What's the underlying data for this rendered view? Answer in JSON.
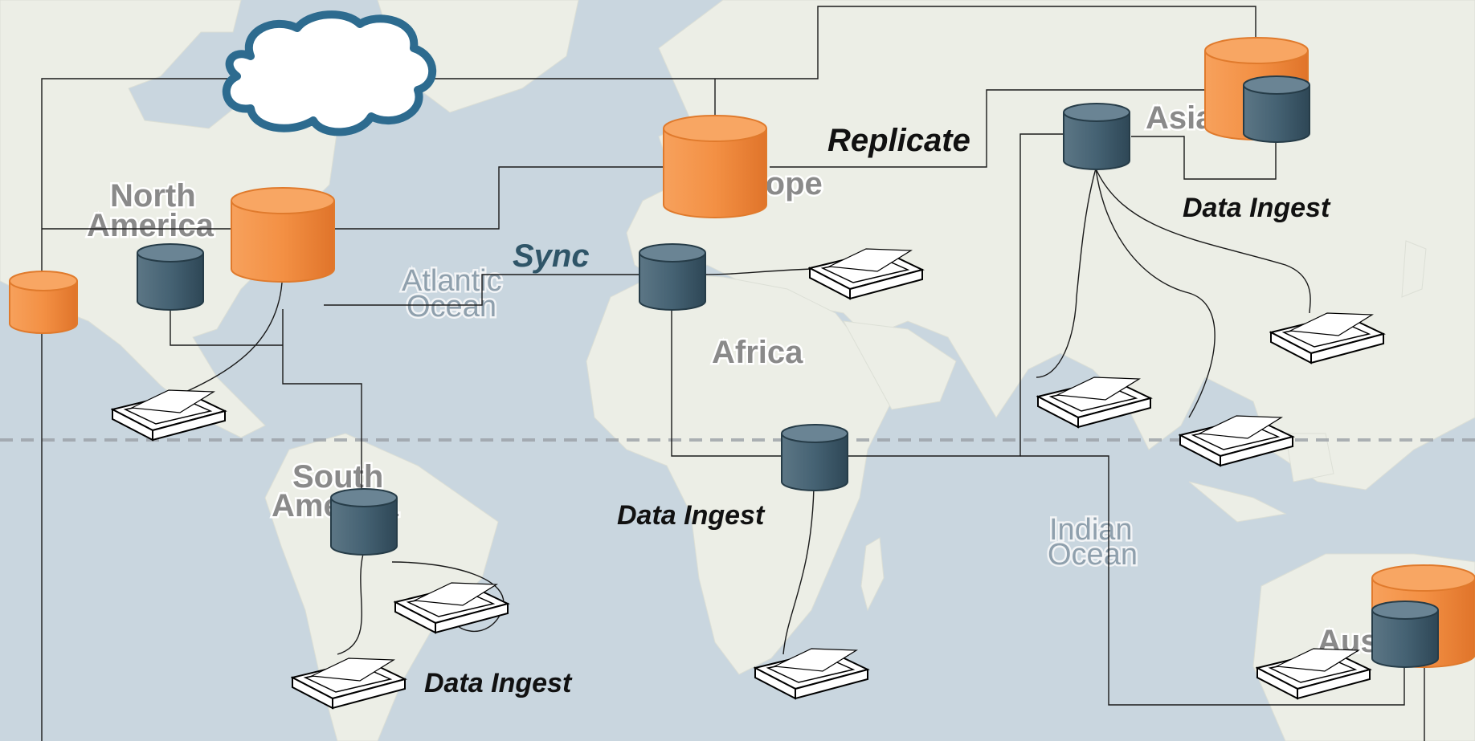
{
  "map": {
    "continents": {
      "north_america": [
        "North",
        "America"
      ],
      "south_america": [
        "South",
        "America"
      ],
      "europe": "Europe",
      "africa": "Africa",
      "asia": "Asia",
      "australia": "Australia"
    },
    "oceans": {
      "atlantic": [
        "Atlantic",
        "Ocean"
      ],
      "indian": [
        "Indian",
        "Ocean"
      ]
    }
  },
  "annotations": {
    "replicate": "Replicate",
    "sync": "Sync",
    "data_ingest_asia": "Data Ingest",
    "data_ingest_africa": "Data Ingest",
    "data_ingest_south_america": "Data Ingest"
  },
  "colors": {
    "ocean": "#c9d6df",
    "land": "#eceee6",
    "primary_db": "#f28a3c",
    "replica_db": "#3b5666",
    "cloud_outline": "#2d6b8f"
  },
  "icons": {
    "cloud": "cloud-icon",
    "primary_database": "orange-cylinder-database-icon",
    "replica_database": "slate-cylinder-database-icon",
    "scanner": "flatbed-scanner-icon"
  }
}
